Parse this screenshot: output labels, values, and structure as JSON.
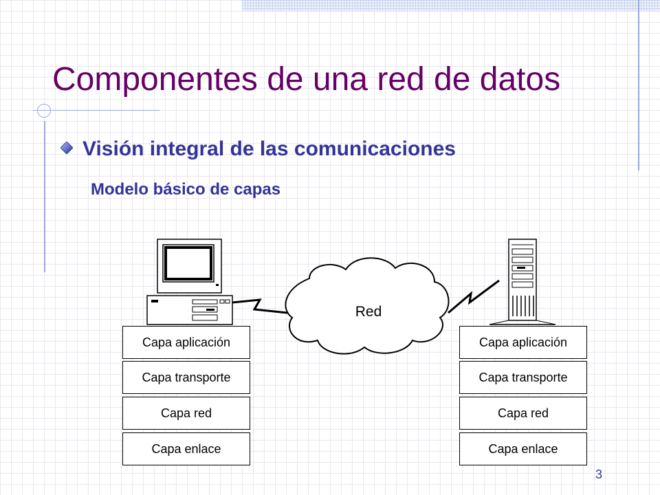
{
  "slide": {
    "title": "Componentes de una red de datos",
    "bullet": "Visión integral de las comunicaciones",
    "subbullet": "Modelo básico de capas",
    "page_number": "3"
  },
  "diagram": {
    "cloud_label": "Red",
    "left_stack": [
      "Capa aplicación",
      "Capa transporte",
      "Capa red",
      "Capa enlace"
    ],
    "right_stack": [
      "Capa aplicación",
      "Capa transporte",
      "Capa red",
      "Capa enlace"
    ]
  },
  "colors": {
    "title": "#660066",
    "text": "#333399",
    "accent_lines": "#9aa8d8"
  }
}
